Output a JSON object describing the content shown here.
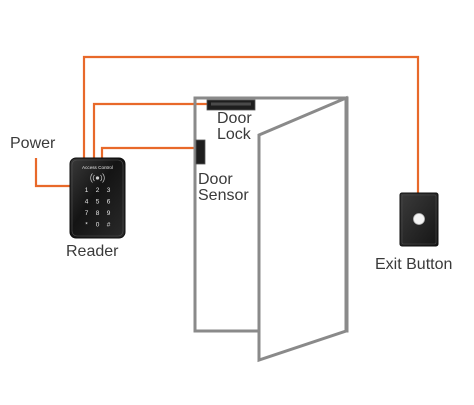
{
  "diagram": {
    "labels": {
      "power": "Power",
      "reader": "Reader",
      "door_lock_line1": "Door",
      "door_lock_line2": "Lock",
      "door_sensor_line1": "Door",
      "door_sensor_line2": "Sensor",
      "exit_button": "Exit Button"
    },
    "reader_header": "Access Control",
    "keypad_keys": [
      "1",
      "2",
      "3",
      "4",
      "5",
      "6",
      "7",
      "8",
      "9",
      "*",
      "0",
      "#"
    ],
    "colors": {
      "wire": "#e8692a",
      "door_frame": "#8a8a8a",
      "device_dark": "#1c1c1c",
      "label_text": "#3a3a3a"
    },
    "icons": {
      "reader_card_symbol": "rfid-icon",
      "exit_button_face": "push-button-icon"
    }
  }
}
